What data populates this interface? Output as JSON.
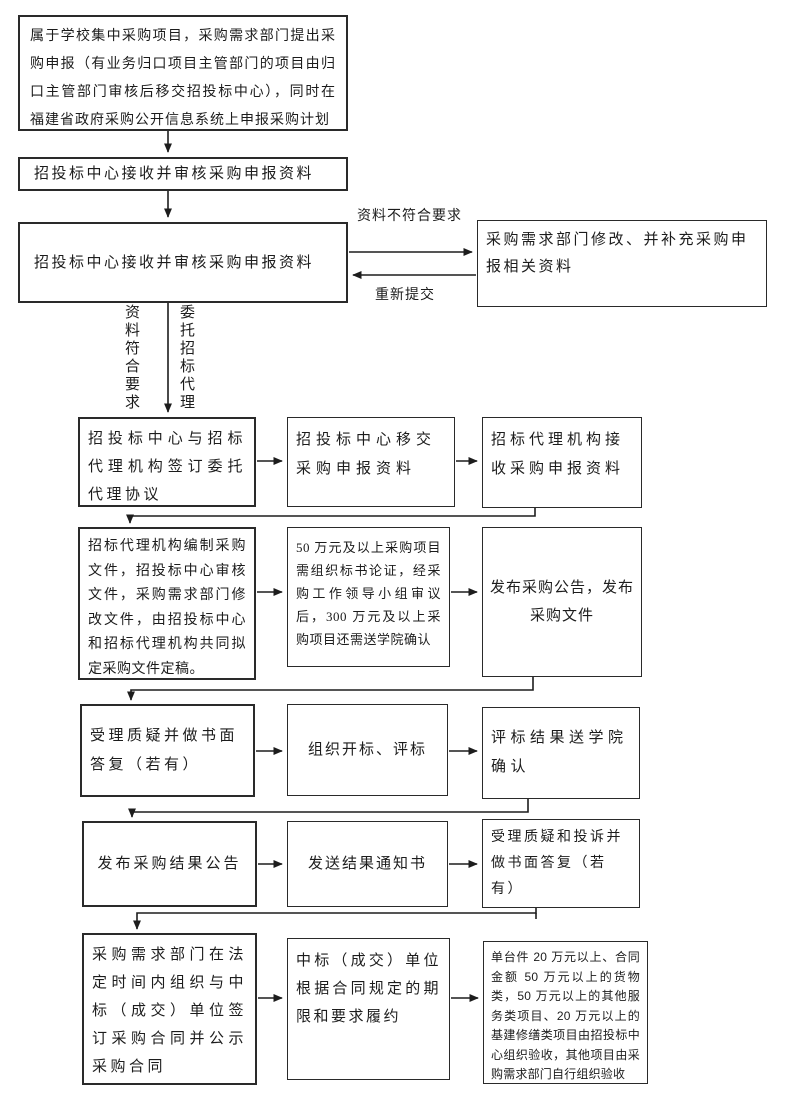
{
  "flowchart": {
    "nodes": {
      "apply": "属于学校集中采购项目，采购需求部门提出采购申报（有业务归口项目主管部门的项目由归口主管部门审核后移交招投标中心），同时在福建省政府采购公开信息系统上申报采购计划",
      "center_receive_review_1": "招投标中心接收并审核采购申报资料",
      "center_receive_review_2": "招投标中心接收并审核采购申报资料",
      "dept_modify_supplement": "采购需求部门修改、并补充采购申报相关资料",
      "sign_agency_agreement": "招投标中心与招标代理机构签订委托代理协议",
      "transfer_materials": "招投标中心移交采购申报资料",
      "agency_receive_materials": "招标代理机构接收采购申报资料",
      "prepare_documents": "招标代理机构编制采购文件，招投标中心审核文件，采购需求部门修改文件，由招投标中心和招标代理机构共同拟定采购文件定稿。",
      "bid_doc_demonstration": "50 万元及以上采购项目需组织标书论证，经采购工作领导小组审议后，300 万元及以上采购项目还需送学院确认",
      "publish_announcement": "发布采购公告，发布采购文件",
      "inquiry_written_reply": "受理质疑并做书面答复（若有）",
      "bid_opening_evaluation": "组织开标、评标",
      "result_to_college_confirm": "评标结果送学院确认",
      "publish_result_announcement": "发布采购结果公告",
      "send_result_notice": "发送结果通知书",
      "complaint_written_reply": "受理质疑和投诉并做书面答复（若有）",
      "sign_publicize_contract": "采购需求部门在法定时间内组织与中标（成交）单位签订采购合同并公示采购合同",
      "perform_contract": "中标（成交）单位根据合同规定的期限和要求履约",
      "acceptance_rule": "单台件 20 万元以上、合同金额 50 万元以上的货物类，50 万元以上的其他服务类项目、20 万元以上的基建修缮类项目由招投标中心组织验收，其他项目由采购需求部门自行组织验收"
    },
    "edge_labels": {
      "not_conform": "资料不符合要求",
      "resubmit": "重新提交",
      "conform": "资料符合要求",
      "entrust_agency": "委托招标代理"
    }
  }
}
